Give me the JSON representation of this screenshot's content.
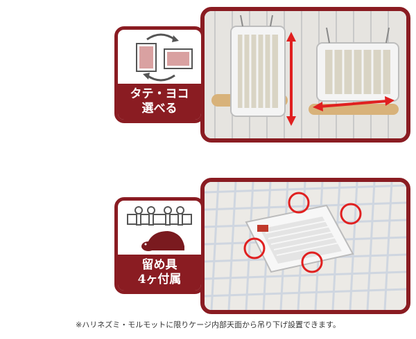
{
  "panel_top": {
    "badge_line1": "タテ・ヨコ",
    "badge_line2": "選べる"
  },
  "panel_bottom": {
    "badge_line1": "留め具",
    "badge_line2": "4ヶ付属"
  },
  "caption": "※ハリネズミ・モルモットに限りケージ内部天面から吊り下げ設置できます。",
  "colors": {
    "brand_red": "#8a1c22",
    "highlight_red": "#e02020"
  }
}
